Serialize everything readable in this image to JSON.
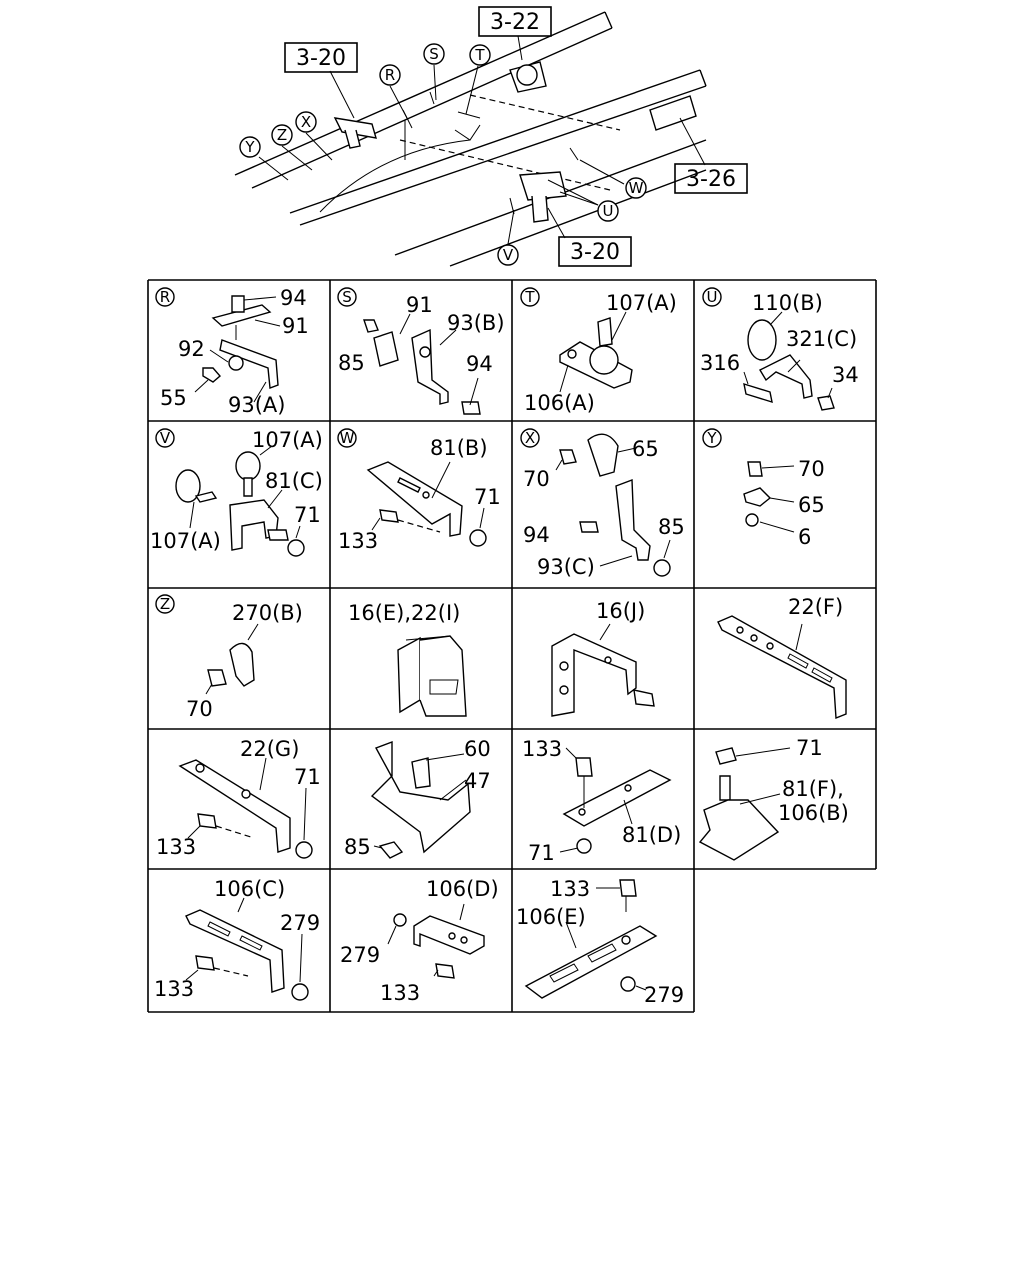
{
  "overview": {
    "refs": [
      {
        "id": "ref-3-22",
        "text": "3-22"
      },
      {
        "id": "ref-3-20-top",
        "text": "3-20"
      },
      {
        "id": "ref-3-26",
        "text": "3-26"
      },
      {
        "id": "ref-3-20-bottom",
        "text": "3-20"
      }
    ],
    "callouts": [
      "R",
      "S",
      "T",
      "Y",
      "Z",
      "X",
      "W",
      "U",
      "V"
    ]
  },
  "cells": {
    "R": {
      "letter": "R",
      "labels": [
        "94",
        "91",
        "92",
        "55",
        "93(A)"
      ]
    },
    "S": {
      "letter": "S",
      "labels": [
        "91",
        "93(B)",
        "85",
        "94"
      ]
    },
    "T": {
      "letter": "T",
      "labels": [
        "107(A)",
        "106(A)"
      ]
    },
    "U": {
      "letter": "U",
      "labels": [
        "110(B)",
        "321(C)",
        "316",
        "34"
      ]
    },
    "V": {
      "letter": "V",
      "labels": [
        "107(A)",
        "81(C)",
        "107(A)",
        "71"
      ]
    },
    "W": {
      "letter": "W",
      "labels": [
        "81(B)",
        "71",
        "133"
      ]
    },
    "X": {
      "letter": "X",
      "labels": [
        "65",
        "70",
        "85",
        "94",
        "93(C)"
      ]
    },
    "Y": {
      "letter": "Y",
      "labels": [
        "70",
        "65",
        "6"
      ]
    },
    "Z": {
      "letter": "Z",
      "labels": [
        "270(B)",
        "70"
      ]
    },
    "C10": {
      "labels": [
        "16(E),22(I)"
      ]
    },
    "C11": {
      "labels": [
        "16(J)"
      ]
    },
    "C12": {
      "labels": [
        "22(F)"
      ]
    },
    "C13": {
      "labels": [
        "22(G)",
        "71",
        "133"
      ]
    },
    "C14": {
      "labels": [
        "60",
        "47",
        "85"
      ]
    },
    "C15": {
      "labels": [
        "133",
        "81(D)",
        "71"
      ]
    },
    "C16": {
      "labels": [
        "71",
        "81(F),",
        "106(B)"
      ]
    },
    "C17": {
      "labels": [
        "106(C)",
        "279",
        "133"
      ]
    },
    "C18": {
      "labels": [
        "106(D)",
        "279",
        "133"
      ]
    },
    "C19": {
      "labels": [
        "133",
        "106(E)",
        "279"
      ]
    }
  }
}
